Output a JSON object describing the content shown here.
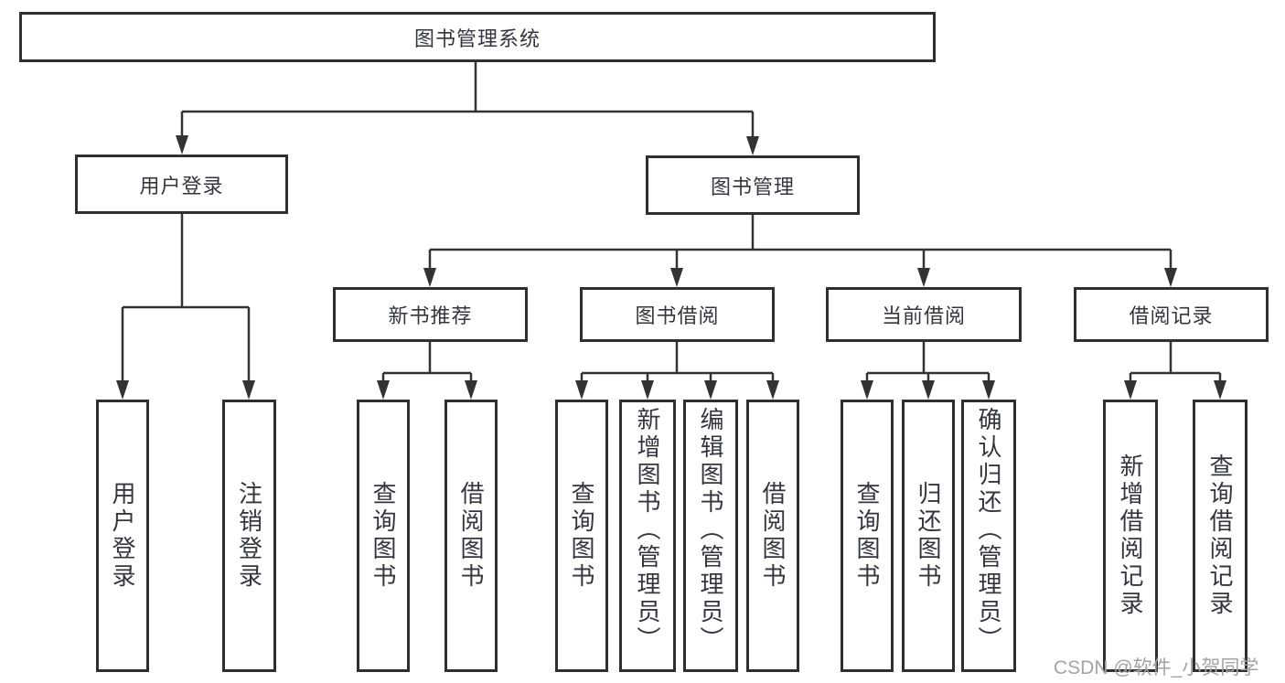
{
  "tree": {
    "root": {
      "label": "图书管理系统",
      "children": [
        {
          "label": "用户登录",
          "children": [
            {
              "label": "用户登录"
            },
            {
              "label": "注销登录"
            }
          ]
        },
        {
          "label": "图书管理",
          "children": [
            {
              "label": "新书推荐",
              "children": [
                {
                  "label": "查询图书"
                },
                {
                  "label": "借阅图书"
                }
              ]
            },
            {
              "label": "图书借阅",
              "children": [
                {
                  "label": "查询图书"
                },
                {
                  "label": "新增图书（管理员）"
                },
                {
                  "label": "编辑图书（管理员）"
                },
                {
                  "label": "借阅图书"
                }
              ]
            },
            {
              "label": "当前借阅",
              "children": [
                {
                  "label": "查询图书"
                },
                {
                  "label": "归还图书"
                },
                {
                  "label": "确认归还（管理员）"
                }
              ]
            },
            {
              "label": "借阅记录",
              "children": [
                {
                  "label": "新增借阅记录"
                },
                {
                  "label": "查询借阅记录"
                }
              ]
            }
          ]
        }
      ]
    }
  },
  "watermark": {
    "text": "CSDN @软件_小贺同学"
  },
  "colors": {
    "box_border": "#2f2f2f",
    "connector_line": "#333333",
    "label_text": "#33373d",
    "watermark_text": "#a3a3a3",
    "background": "#ffffff"
  }
}
